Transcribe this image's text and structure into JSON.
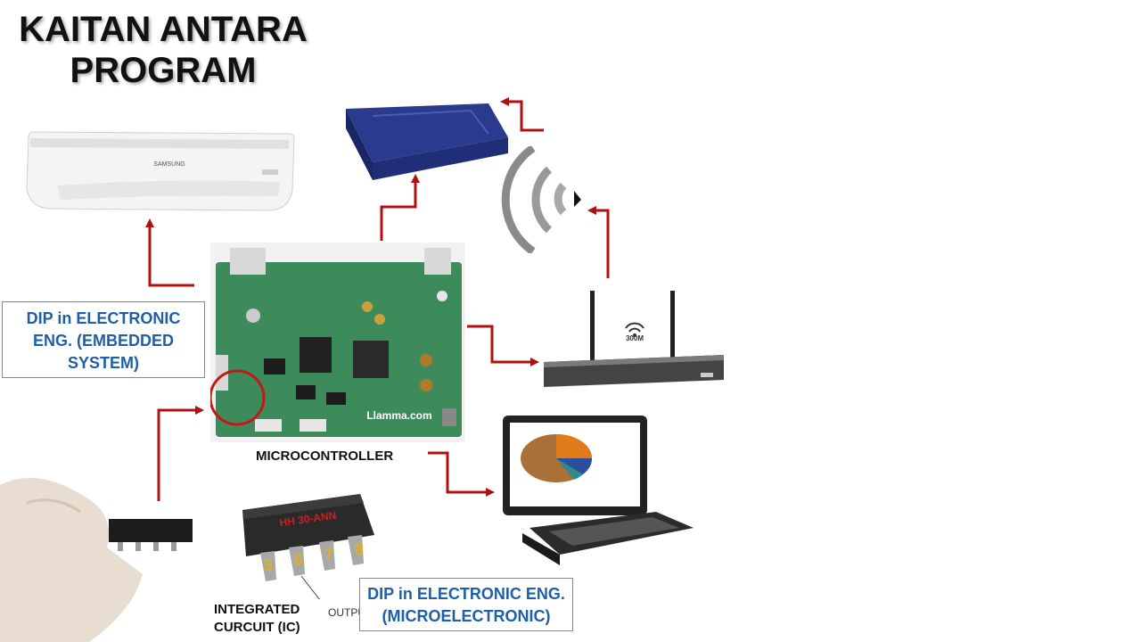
{
  "title": {
    "line1": "KAITAN ANTARA",
    "line2": "PROGRAM"
  },
  "boxes": {
    "embedded": {
      "line1": "DIP in ELECTRONIC",
      "line2": "ENG. (EMBEDDED",
      "line3": "SYSTEM)"
    },
    "micro": {
      "line1": "DIP in ELECTRONIC ENG.",
      "line2": "(MICROELECTRONIC)"
    }
  },
  "labels": {
    "microcontroller": "MICROCONTROLLER",
    "ic_line1": "INTEGRATED",
    "ic_line2": "CURCUIT (IC)",
    "output": "OUTPUT",
    "watermark": "Llamma.com",
    "ac_brand": "SAMSUNG",
    "router_speed": "300M",
    "ic_marking": "HH 30-ANN",
    "pins": [
      "5",
      "6",
      "7",
      "8"
    ]
  },
  "colors": {
    "arrow": "#b01010",
    "box_text": "#1f5fa8",
    "board": "#3d8a5a"
  }
}
